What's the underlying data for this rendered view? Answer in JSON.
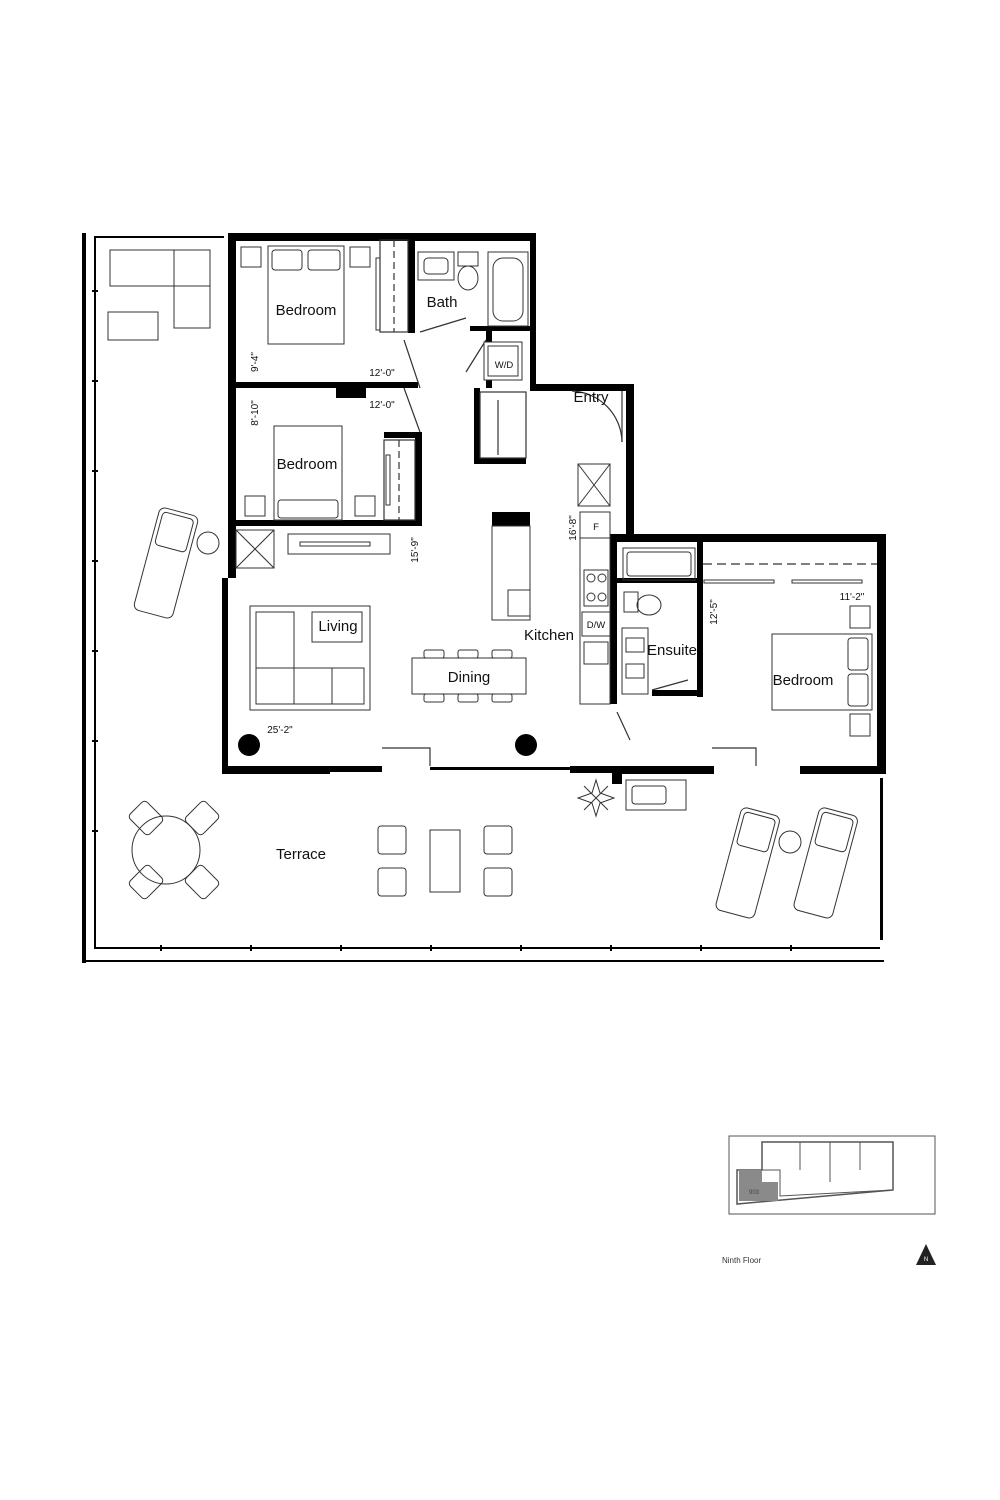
{
  "rooms": {
    "bedroom_1": "Bedroom",
    "bedroom_2": "Bedroom",
    "bedroom_3": "Bedroom",
    "bath": "Bath",
    "entry": "Entry",
    "living": "Living",
    "dining": "Dining",
    "kitchen": "Kitchen",
    "ensuite": "Ensuite",
    "terrace": "Terrace"
  },
  "appliances": {
    "washer_dryer": "W/D",
    "dishwasher": "D/W",
    "fridge": "F"
  },
  "dimensions": {
    "bed1_width": "12'-0\"",
    "bed1_depth": "9'-4\"",
    "bed2_width": "12'-0\"",
    "bed2_depth": "8'-10\"",
    "kitchen_depth": "16'-8\"",
    "living_depth": "15'-9\"",
    "living_width": "25'-2\"",
    "master_width": "11'-2\"",
    "master_depth": "12'-5\""
  },
  "key_plan": {
    "unit_number": "903",
    "floor_label": "Ninth Floor",
    "north_label": "N",
    "highlight_color": "#8a8a8a"
  }
}
